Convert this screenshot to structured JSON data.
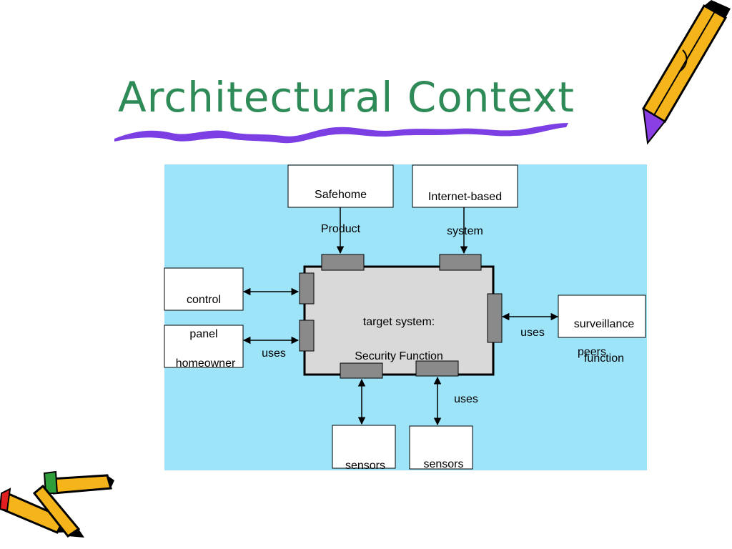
{
  "slide": {
    "title": "Architectural Context"
  },
  "diagram": {
    "center": {
      "line1": "target system:",
      "line2": "Security Function"
    },
    "boxes": {
      "safehome": {
        "line1": "Safehome",
        "line2": "Product"
      },
      "internet": {
        "line1": "Internet-based",
        "line2": "system"
      },
      "control_panel": {
        "line1": "control",
        "line2": "panel"
      },
      "homeowner": {
        "line1": "homeowner"
      },
      "surveillance": {
        "line1": "surveillance",
        "line2": "function"
      },
      "sensors_left": {
        "line1": "sensors"
      },
      "sensors_right": {
        "line1": "sensors"
      }
    },
    "labels": {
      "uses_left": "uses",
      "uses_right": "uses",
      "uses_bottom": "uses",
      "peers": "peers"
    }
  },
  "colors": {
    "title": "#2e8b57",
    "background_panel": "#9ee4f9",
    "center_fill": "#d9d9d9",
    "port_fill": "#8a8a8a",
    "underline": "#7b3fe4"
  }
}
